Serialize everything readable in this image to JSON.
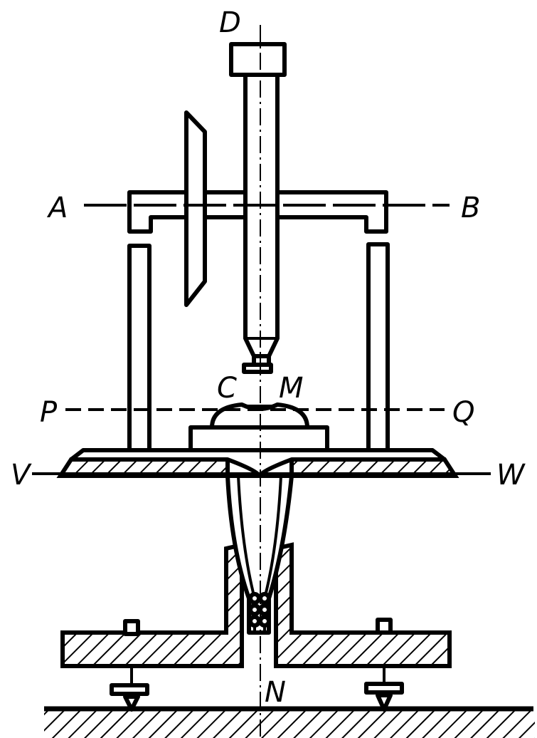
{
  "diagram": {
    "labels": {
      "D": "D",
      "A": "A",
      "B": "B",
      "C": "C",
      "M": "M",
      "P": "P",
      "Q": "Q",
      "V": "V",
      "W": "W",
      "N": "N"
    },
    "colors": {
      "ink": "#000000",
      "paper": "#ffffff"
    }
  }
}
